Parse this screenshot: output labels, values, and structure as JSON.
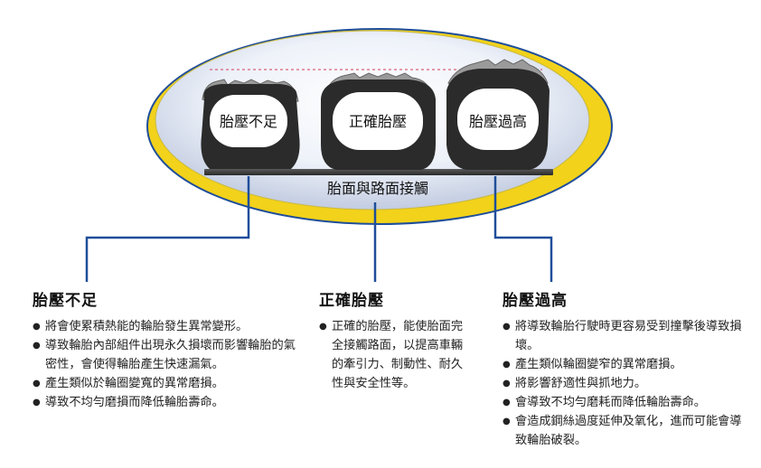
{
  "tires": {
    "low": "胎壓不足",
    "correct": "正確胎壓",
    "high": "胎壓過高"
  },
  "road_label": "胎面與路面接觸",
  "columns": {
    "low": {
      "title": "胎壓不足",
      "items": [
        "將會使累積熱能的輪胎發生異常變形。",
        "導致輪胎內部組件出現永久損壞而影響輪胎的氣密性，會使得輪胎產生快速漏氣。",
        "產生類似於輪圈變寬的異常磨損。",
        "導致不均勻磨損而降低輪胎壽命。"
      ]
    },
    "correct": {
      "title": "正確胎壓",
      "items": [
        "正確的胎壓，能使胎面完全接觸路面，以提高車輛的牽引力、制動性、耐久性與安全性等。"
      ]
    },
    "high": {
      "title": "胎壓過高",
      "items": [
        "將導致輪胎行駛時更容易受到撞擊後導致損壞。",
        "產生類似輪圈變窄的異常磨損。",
        "將影響舒適性與抓地力。",
        "會導致不均勻磨耗而降低輪胎壽命。",
        "會造成鋼絲過度延伸及氧化，進而可能會導致輪胎破裂。"
      ]
    }
  },
  "colors": {
    "ellipse_rim": "#f2d21a",
    "ellipse_border": "#1f4e9a",
    "connector": "#1f4e9a",
    "tire_dark": "#2b2b2b",
    "tread": "#9a9a9a",
    "dashed_line": "#d63a5a"
  }
}
